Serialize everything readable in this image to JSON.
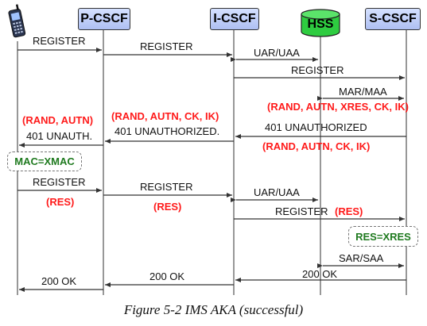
{
  "nodes": {
    "pcscf": "P-CSCF",
    "icscf": "I-CSCF",
    "hss": "HSS",
    "scscf": "S-CSCF"
  },
  "messages": {
    "ue_register_1": "REGISTER",
    "pi_register_1": "REGISTER",
    "uar_uaa_1": "UAR/UAA",
    "is_register_1": "REGISTER",
    "mar_maa": "MAR/MAA",
    "s_params": "(RAND, AUTN, XRES, CK, IK)",
    "si_401": "401 UNAUTHORIZED",
    "si_params": "(RAND, AUTN, CK, IK)",
    "ip_params": "(RAND, AUTN, CK, IK)",
    "ip_401": "401 UNAUTHORIZED.",
    "pu_params": "(RAND, AUTN)",
    "pu_401": "401 UNAUTH.",
    "ue_register_2": "REGISTER",
    "ue_res": "(RES)",
    "pi_register_2": "REGISTER",
    "pi_res": "(RES)",
    "uar_uaa_2": "UAR/UAA",
    "is_register_2": "REGISTER",
    "is_res": "(RES)",
    "sar_saa": "SAR/SAA",
    "si_200": "200 OK",
    "ip_200": "200 OK",
    "pu_200": "200 OK"
  },
  "notes": {
    "ue_check": "MAC=XMAC",
    "scscf_check": "RES=XRES"
  },
  "caption": "Figure 5-2 IMS AKA (successful)",
  "colors": {
    "node_fill": "#b8c8f5",
    "hss_fill": "#2ecc40",
    "param_red": "#ff1a1a",
    "note_green": "#1f7a1f"
  }
}
